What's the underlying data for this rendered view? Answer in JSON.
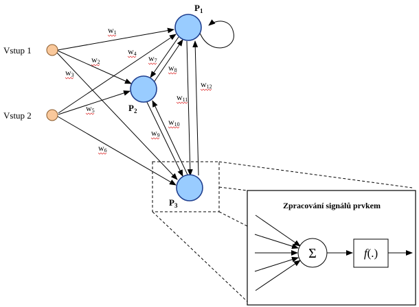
{
  "inputs": [
    {
      "id": "in1",
      "label": "Vstup 1"
    },
    {
      "id": "in2",
      "label": "Vstup 2"
    }
  ],
  "neurons": [
    {
      "id": "p1",
      "base": "P",
      "sub": "1"
    },
    {
      "id": "p2",
      "base": "P",
      "sub": "2"
    },
    {
      "id": "p3",
      "base": "P",
      "sub": "3"
    }
  ],
  "weights": [
    {
      "id": "w1",
      "base": "w",
      "sub": "1"
    },
    {
      "id": "w2",
      "base": "w",
      "sub": "2"
    },
    {
      "id": "w3",
      "base": "w",
      "sub": "3"
    },
    {
      "id": "w4",
      "base": "w",
      "sub": "4"
    },
    {
      "id": "w5",
      "base": "w",
      "sub": "5"
    },
    {
      "id": "w6",
      "base": "w",
      "sub": "6"
    },
    {
      "id": "w7",
      "base": "w",
      "sub": "7"
    },
    {
      "id": "w8",
      "base": "w",
      "sub": "8"
    },
    {
      "id": "w9",
      "base": "w",
      "sub": "9"
    },
    {
      "id": "w10",
      "base": "w",
      "sub": "10"
    },
    {
      "id": "w11",
      "base": "w",
      "sub": "11"
    },
    {
      "id": "w12",
      "base": "w",
      "sub": "12"
    }
  ],
  "detail_box": {
    "title": "Zpracování signálů prvkem",
    "sum_symbol": "Σ",
    "activation_f": "f",
    "activation_args": "(.)"
  }
}
